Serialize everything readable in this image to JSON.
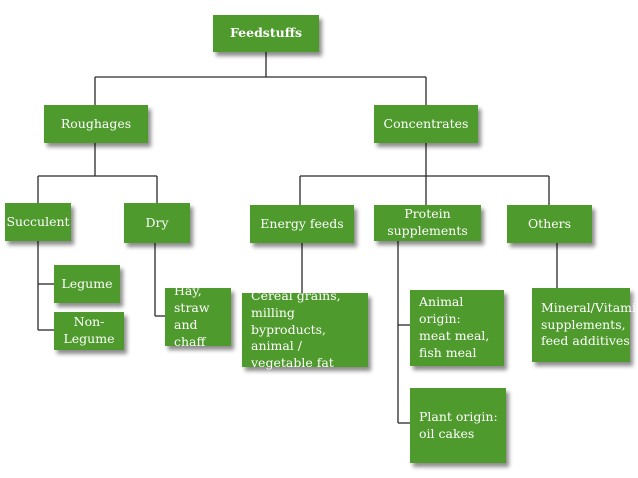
{
  "nodes": {
    "feedstuffs": "Feedstuffs",
    "roughages": "Roughages",
    "concentrates": "Concentrates",
    "succulent": "Succulent",
    "dry": "Dry",
    "energy_feeds": "Energy feeds",
    "protein_supplements": "Protein supplements",
    "others": "Others",
    "legume": "Legume",
    "non_legume": "Non-Legume",
    "hay": "Hay, straw\nand chaff",
    "cereal": "Cereal grains,\nmilling byproducts,\nanimal / vegetable fat",
    "animal_origin": "Animal origin:\nmeat meal,\nfish meal",
    "plant_origin": "Plant origin:\noil cakes",
    "mineral": "Mineral/Vitamin\nsupplements,\nfeed additives"
  },
  "colors": {
    "box_fill": "#4e9a2c",
    "box_text": "#ffffff",
    "connector": "#2a2a2a"
  }
}
